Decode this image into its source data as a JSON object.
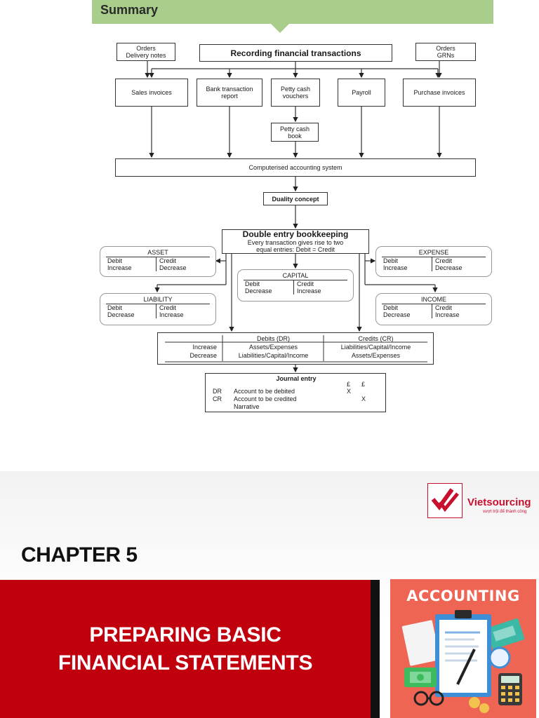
{
  "summary": {
    "title": "Summary"
  },
  "flowchart": {
    "top_title": "Recording financial transactions",
    "left_source": [
      "Orders",
      "Delivery notes"
    ],
    "right_source": [
      "Orders",
      "GRNs"
    ],
    "documents": {
      "sales_invoices": "Sales invoices",
      "bank_report": [
        "Bank transaction",
        "report"
      ],
      "petty_cash_vouchers": [
        "Petty cash",
        "vouchers"
      ],
      "payroll": "Payroll",
      "purchase_invoices": "Purchase invoices"
    },
    "petty_cash_book": [
      "Petty cash",
      "book"
    ],
    "system": "Computerised accounting system",
    "duality": "Duality concept",
    "double_entry": {
      "title": "Double entry bookkeeping",
      "line1": "Every transaction gives rise to two",
      "line2": "equal entries: Debit = Credit"
    },
    "accounts": {
      "asset": {
        "name": "ASSET",
        "left": [
          "Debit",
          "Increase"
        ],
        "right": [
          "Credit",
          "Decrease"
        ]
      },
      "liability": {
        "name": "LIABILITY",
        "left": [
          "Debit",
          "Decrease"
        ],
        "right": [
          "Credit",
          "Increase"
        ]
      },
      "capital": {
        "name": "CAPITAL",
        "left": [
          "Debit",
          "Decrease"
        ],
        "right": [
          "Credit",
          "Increase"
        ]
      },
      "expense": {
        "name": "EXPENSE",
        "left": [
          "Debit",
          "Increase"
        ],
        "right": [
          "Credit",
          "Decrease"
        ]
      },
      "income": {
        "name": "INCOME",
        "left": [
          "Debit",
          "Decrease"
        ],
        "right": [
          "Credit",
          "Increase"
        ]
      }
    },
    "dc_table": {
      "col_debits": "Debits (DR)",
      "col_credits": "Credits (CR)",
      "rows": [
        {
          "label": "Increase",
          "debit": "Assets/Expenses",
          "credit": "Liabilities/Capital/Income"
        },
        {
          "label": "Decrease",
          "debit": "Liabilities/Capital/Income",
          "credit": "Assets/Expenses"
        }
      ]
    },
    "journal": {
      "title": "Journal entry",
      "currency1": "£",
      "currency2": "£",
      "dr_code": "DR",
      "dr_text": "Account to be debited",
      "dr_mark": "X",
      "cr_code": "CR",
      "cr_text": "Account to be credited",
      "cr_mark": "X",
      "narrative": "Narrative"
    }
  },
  "brand": {
    "name": "Vietsourcing",
    "tagline": "vượt trội để thành công",
    "accent": "#c8102e"
  },
  "chapter": {
    "label": "CHAPTER 5",
    "title_line1": "PREPARING BASIC",
    "title_line2": "FINANCIAL STATEMENTS",
    "panel_color": "#c1000e"
  },
  "cover": {
    "title": "ACCOUNTING",
    "bg_color": "#ef6553"
  }
}
